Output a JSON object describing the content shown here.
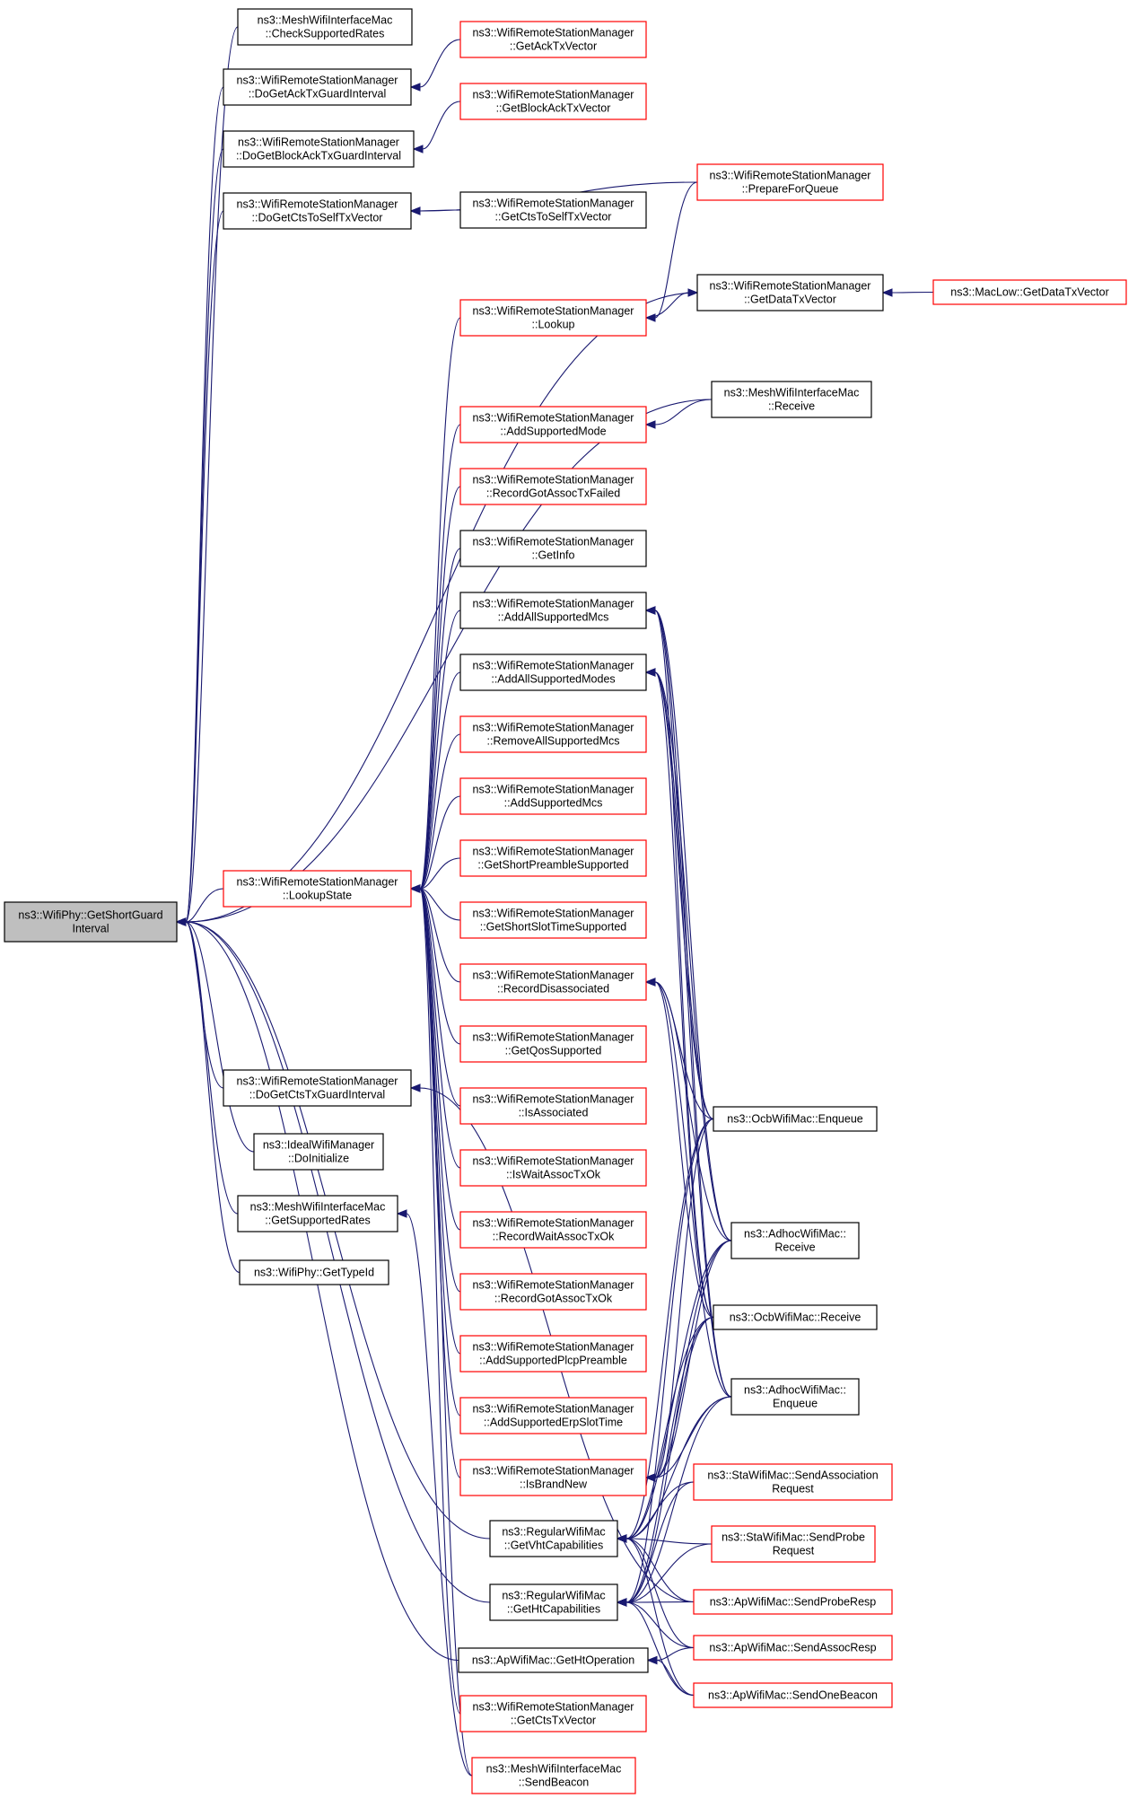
{
  "colors": {
    "edge": "#191970",
    "border_red": "#ff0000",
    "border_black": "#000000",
    "focus_fill": "#bfbfbf"
  },
  "nodes": [
    {
      "id": "n1",
      "lines": [
        "ns3::WifiPhy::GetShortGuard",
        "Interval"
      ],
      "border": "black",
      "focus": true
    },
    {
      "id": "n2",
      "lines": [
        "ns3::MeshWifiInterfaceMac",
        "::CheckSupportedRates"
      ],
      "border": "black"
    },
    {
      "id": "n3",
      "lines": [
        "ns3::WifiRemoteStationManager",
        "::DoGetAckTxGuardInterval"
      ],
      "border": "black"
    },
    {
      "id": "n4",
      "lines": [
        "ns3::WifiRemoteStationManager",
        "::GetAckTxVector"
      ],
      "border": "red"
    },
    {
      "id": "n5",
      "lines": [
        "ns3::WifiRemoteStationManager",
        "::DoGetBlockAckTxGuardInterval"
      ],
      "border": "black"
    },
    {
      "id": "n6",
      "lines": [
        "ns3::WifiRemoteStationManager",
        "::GetBlockAckTxVector"
      ],
      "border": "red"
    },
    {
      "id": "n7",
      "lines": [
        "ns3::WifiRemoteStationManager",
        "::DoGetCtsToSelfTxVector"
      ],
      "border": "black"
    },
    {
      "id": "n8",
      "lines": [
        "ns3::WifiRemoteStationManager",
        "::PrepareForQueue"
      ],
      "border": "red"
    },
    {
      "id": "n9",
      "lines": [
        "ns3::WifiRemoteStationManager",
        "::GetCtsToSelfTxVector"
      ],
      "border": "black"
    },
    {
      "id": "n10",
      "lines": [
        "ns3::WifiRemoteStationManager",
        "::GetDataTxVector"
      ],
      "border": "black"
    },
    {
      "id": "n11",
      "lines": [
        "ns3::MacLow::GetDataTxVector"
      ],
      "border": "red"
    },
    {
      "id": "n12",
      "lines": [
        "ns3::WifiRemoteStationManager",
        "::Lookup"
      ],
      "border": "red"
    },
    {
      "id": "n13",
      "lines": [
        "ns3::MeshWifiInterfaceMac",
        "::Receive"
      ],
      "border": "black"
    },
    {
      "id": "n14",
      "lines": [
        "ns3::WifiRemoteStationManager",
        "::AddSupportedMode"
      ],
      "border": "red"
    },
    {
      "id": "n15",
      "lines": [
        "ns3::WifiRemoteStationManager",
        "::RecordGotAssocTxFailed"
      ],
      "border": "red"
    },
    {
      "id": "n16",
      "lines": [
        "ns3::WifiRemoteStationManager",
        "::GetInfo"
      ],
      "border": "black"
    },
    {
      "id": "n17",
      "lines": [
        "ns3::WifiRemoteStationManager",
        "::AddAllSupportedMcs"
      ],
      "border": "black"
    },
    {
      "id": "n18",
      "lines": [
        "ns3::WifiRemoteStationManager",
        "::AddAllSupportedModes"
      ],
      "border": "black"
    },
    {
      "id": "n19",
      "lines": [
        "ns3::WifiRemoteStationManager",
        "::RemoveAllSupportedMcs"
      ],
      "border": "red"
    },
    {
      "id": "n20",
      "lines": [
        "ns3::WifiRemoteStationManager",
        "::AddSupportedMcs"
      ],
      "border": "red"
    },
    {
      "id": "n21",
      "lines": [
        "ns3::WifiRemoteStationManager",
        "::LookupState"
      ],
      "border": "red"
    },
    {
      "id": "n22",
      "lines": [
        "ns3::WifiRemoteStationManager",
        "::GetShortPreambleSupported"
      ],
      "border": "red"
    },
    {
      "id": "n23",
      "lines": [
        "ns3::WifiRemoteStationManager",
        "::GetShortSlotTimeSupported"
      ],
      "border": "red"
    },
    {
      "id": "n24",
      "lines": [
        "ns3::WifiRemoteStationManager",
        "::RecordDisassociated"
      ],
      "border": "red"
    },
    {
      "id": "n25",
      "lines": [
        "ns3::WifiRemoteStationManager",
        "::GetQosSupported"
      ],
      "border": "red"
    },
    {
      "id": "n26",
      "lines": [
        "ns3::WifiRemoteStationManager",
        "::DoGetCtsTxGuardInterval"
      ],
      "border": "black"
    },
    {
      "id": "n27",
      "lines": [
        "ns3::WifiRemoteStationManager",
        "::IsAssociated"
      ],
      "border": "red"
    },
    {
      "id": "n28",
      "lines": [
        "ns3::OcbWifiMac::Enqueue"
      ],
      "border": "black"
    },
    {
      "id": "n29",
      "lines": [
        "ns3::IdealWifiManager",
        "::DoInitialize"
      ],
      "border": "black"
    },
    {
      "id": "n30",
      "lines": [
        "ns3::WifiRemoteStationManager",
        "::IsWaitAssocTxOk"
      ],
      "border": "red"
    },
    {
      "id": "n31",
      "lines": [
        "ns3::MeshWifiInterfaceMac",
        "::GetSupportedRates"
      ],
      "border": "black"
    },
    {
      "id": "n32",
      "lines": [
        "ns3::WifiRemoteStationManager",
        "::RecordWaitAssocTxOk"
      ],
      "border": "red"
    },
    {
      "id": "n33",
      "lines": [
        "ns3::AdhocWifiMac::",
        "Receive"
      ],
      "border": "black"
    },
    {
      "id": "n34",
      "lines": [
        "ns3::WifiPhy::GetTypeId"
      ],
      "border": "black"
    },
    {
      "id": "n35",
      "lines": [
        "ns3::WifiRemoteStationManager",
        "::RecordGotAssocTxOk"
      ],
      "border": "red"
    },
    {
      "id": "n36",
      "lines": [
        "ns3::OcbWifiMac::Receive"
      ],
      "border": "black"
    },
    {
      "id": "n37",
      "lines": [
        "ns3::WifiRemoteStationManager",
        "::AddSupportedPlcpPreamble"
      ],
      "border": "red"
    },
    {
      "id": "n38",
      "lines": [
        "ns3::AdhocWifiMac::",
        "Enqueue"
      ],
      "border": "black"
    },
    {
      "id": "n39",
      "lines": [
        "ns3::WifiRemoteStationManager",
        "::AddSupportedErpSlotTime"
      ],
      "border": "red"
    },
    {
      "id": "n40",
      "lines": [
        "ns3::WifiRemoteStationManager",
        "::IsBrandNew"
      ],
      "border": "red"
    },
    {
      "id": "n41",
      "lines": [
        "ns3::StaWifiMac::SendAssociation",
        "Request"
      ],
      "border": "red"
    },
    {
      "id": "n42",
      "lines": [
        "ns3::RegularWifiMac",
        "::GetVhtCapabilities"
      ],
      "border": "black"
    },
    {
      "id": "n43",
      "lines": [
        "ns3::StaWifiMac::SendProbe",
        "Request"
      ],
      "border": "red"
    },
    {
      "id": "n44",
      "lines": [
        "ns3::RegularWifiMac",
        "::GetHtCapabilities"
      ],
      "border": "black"
    },
    {
      "id": "n45",
      "lines": [
        "ns3::ApWifiMac::SendProbeResp"
      ],
      "border": "red"
    },
    {
      "id": "n46",
      "lines": [
        "ns3::ApWifiMac::SendAssocResp"
      ],
      "border": "red"
    },
    {
      "id": "n47",
      "lines": [
        "ns3::ApWifiMac::GetHtOperation"
      ],
      "border": "black"
    },
    {
      "id": "n48",
      "lines": [
        "ns3::ApWifiMac::SendOneBeacon"
      ],
      "border": "red"
    },
    {
      "id": "n49",
      "lines": [
        "ns3::WifiRemoteStationManager",
        "::GetCtsTxVector"
      ],
      "border": "red"
    },
    {
      "id": "n50",
      "lines": [
        "ns3::MeshWifiInterfaceMac",
        "::SendBeacon"
      ],
      "border": "red"
    }
  ],
  "edges": [
    [
      "n2",
      "n1"
    ],
    [
      "n3",
      "n1"
    ],
    [
      "n5",
      "n1"
    ],
    [
      "n7",
      "n1"
    ],
    [
      "n10",
      "n1"
    ],
    [
      "n13",
      "n1"
    ],
    [
      "n21",
      "n1"
    ],
    [
      "n26",
      "n1"
    ],
    [
      "n29",
      "n1"
    ],
    [
      "n31",
      "n1"
    ],
    [
      "n34",
      "n1"
    ],
    [
      "n42",
      "n1"
    ],
    [
      "n44",
      "n1"
    ],
    [
      "n47",
      "n1"
    ],
    [
      "n4",
      "n3"
    ],
    [
      "n6",
      "n5"
    ],
    [
      "n8",
      "n7"
    ],
    [
      "n9",
      "n7"
    ],
    [
      "n11",
      "n10"
    ],
    [
      "n12",
      "n10"
    ],
    [
      "n8",
      "n12"
    ],
    [
      "n13",
      "n14"
    ],
    [
      "n12",
      "n21"
    ],
    [
      "n14",
      "n21"
    ],
    [
      "n15",
      "n21"
    ],
    [
      "n16",
      "n21"
    ],
    [
      "n17",
      "n21"
    ],
    [
      "n18",
      "n21"
    ],
    [
      "n19",
      "n21"
    ],
    [
      "n20",
      "n21"
    ],
    [
      "n22",
      "n21"
    ],
    [
      "n23",
      "n21"
    ],
    [
      "n24",
      "n21"
    ],
    [
      "n25",
      "n21"
    ],
    [
      "n27",
      "n21"
    ],
    [
      "n30",
      "n21"
    ],
    [
      "n32",
      "n21"
    ],
    [
      "n35",
      "n21"
    ],
    [
      "n37",
      "n21"
    ],
    [
      "n39",
      "n21"
    ],
    [
      "n40",
      "n21"
    ],
    [
      "n49",
      "n21"
    ],
    [
      "n50",
      "n21"
    ],
    [
      "n28",
      "n17"
    ],
    [
      "n33",
      "n17"
    ],
    [
      "n36",
      "n17"
    ],
    [
      "n38",
      "n17"
    ],
    [
      "n28",
      "n18"
    ],
    [
      "n33",
      "n18"
    ],
    [
      "n36",
      "n18"
    ],
    [
      "n38",
      "n18"
    ],
    [
      "n28",
      "n24"
    ],
    [
      "n33",
      "n24"
    ],
    [
      "n36",
      "n24"
    ],
    [
      "n38",
      "n24"
    ],
    [
      "n28",
      "n40"
    ],
    [
      "n33",
      "n40"
    ],
    [
      "n36",
      "n40"
    ],
    [
      "n38",
      "n40"
    ],
    [
      "n28",
      "n42"
    ],
    [
      "n33",
      "n42"
    ],
    [
      "n36",
      "n42"
    ],
    [
      "n38",
      "n42"
    ],
    [
      "n41",
      "n42"
    ],
    [
      "n43",
      "n42"
    ],
    [
      "n45",
      "n42"
    ],
    [
      "n46",
      "n42"
    ],
    [
      "n48",
      "n42"
    ],
    [
      "n28",
      "n44"
    ],
    [
      "n33",
      "n44"
    ],
    [
      "n36",
      "n44"
    ],
    [
      "n38",
      "n44"
    ],
    [
      "n41",
      "n44"
    ],
    [
      "n43",
      "n44"
    ],
    [
      "n45",
      "n44"
    ],
    [
      "n46",
      "n44"
    ],
    [
      "n48",
      "n44"
    ],
    [
      "n46",
      "n47"
    ],
    [
      "n48",
      "n47"
    ],
    [
      "n50",
      "n31"
    ],
    [
      "n45",
      "n26"
    ]
  ]
}
